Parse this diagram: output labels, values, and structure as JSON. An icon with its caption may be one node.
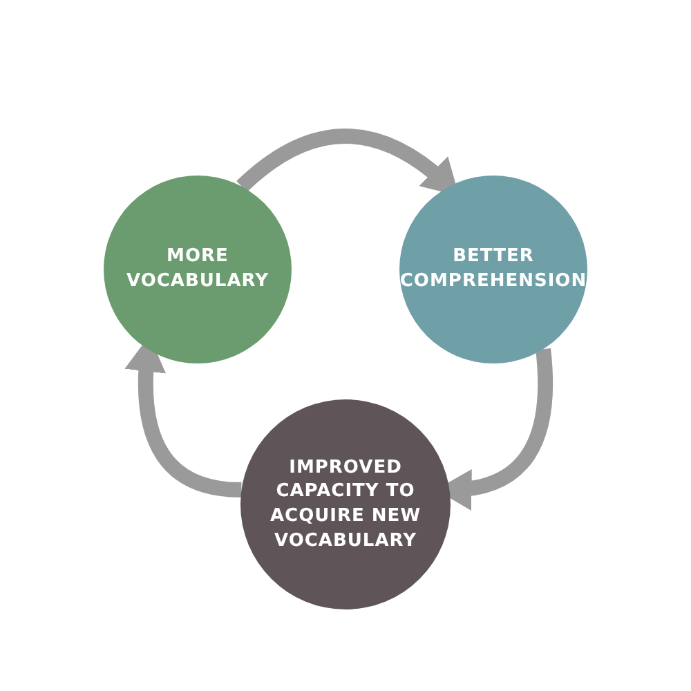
{
  "diagram": {
    "nodes": [
      {
        "text": [
          "MORE VOCABULARY"
        ]
      },
      {
        "text": [
          "BETTER COMPREHENSION"
        ]
      },
      {
        "text": [
          "IMPROVED CAPACITY TO ACQUIRE NEW VOCABULARY"
        ]
      }
    ],
    "edges": [
      {
        "from": 0,
        "to": 1,
        "arrow": "to"
      },
      {
        "from": 1,
        "to": 2,
        "arrow": "to"
      },
      {
        "from": 2,
        "to": 0,
        "arrow": "to"
      }
    ]
  }
}
